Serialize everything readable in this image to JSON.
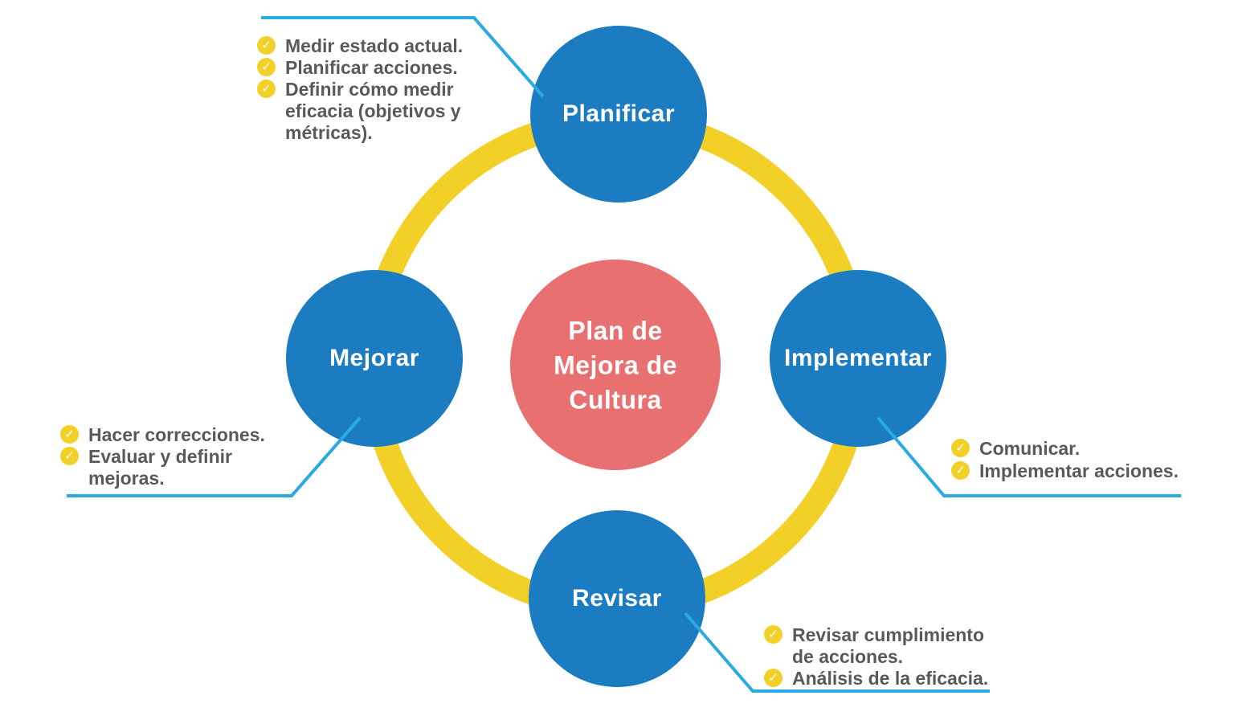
{
  "colors": {
    "blue": "#1b7cc1",
    "yellow": "#f2d028",
    "salmon": "#e97070",
    "cyan": "#29abe2",
    "text_gray": "#58595b",
    "white": "#ffffff"
  },
  "icons": {
    "check": "✓"
  },
  "center": {
    "lines": [
      "Plan de",
      "Mejora de",
      "Cultura"
    ]
  },
  "steps": {
    "planificar": {
      "label": "Planificar",
      "checklist": [
        {
          "lines": [
            "Medir estado actual."
          ]
        },
        {
          "lines": [
            "Planificar acciones."
          ]
        },
        {
          "lines": [
            "Definir cómo medir",
            "eficacia (objetivos y",
            "métricas)."
          ]
        }
      ]
    },
    "implementar": {
      "label": "Implementar",
      "checklist": [
        {
          "lines": [
            "Comunicar."
          ]
        },
        {
          "lines": [
            "Implementar acciones."
          ]
        }
      ]
    },
    "revisar": {
      "label": "Revisar",
      "checklist": [
        {
          "lines": [
            "Revisar cumplimiento",
            "de acciones."
          ]
        },
        {
          "lines": [
            "Análisis de la eficacia."
          ]
        }
      ]
    },
    "mejorar": {
      "label": "Mejorar",
      "checklist": [
        {
          "lines": [
            "Hacer correcciones."
          ]
        },
        {
          "lines": [
            "Evaluar y definir",
            "mejoras."
          ]
        }
      ]
    }
  }
}
